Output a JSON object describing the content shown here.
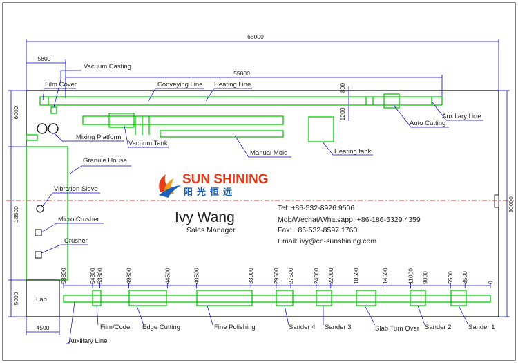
{
  "dimensions": {
    "total_length": "65000",
    "heating_length": "55000",
    "film_cover_offset": "5800",
    "left_height": "6000",
    "mid_height": "18500",
    "total_height": "30000",
    "bottom_left_height": "5000",
    "lab_width": "4500",
    "auto_cut_h1": "800",
    "auto_cut_h2": "1200"
  },
  "top_labels": {
    "vacuum_casting": "Vacuum Casting",
    "film_cover": "Film Cover",
    "conveying_line": "Conveying Line",
    "heating_line": "Heating Line",
    "mixing_platform": "Mixing Platform",
    "vacuum_tank": "Vacuum Tank",
    "manual_mold": "Manual Mold",
    "heating_tank": "Heating tank",
    "auto_cutting": "Auto Cutting",
    "auxiliary_line": "Auxiliary Line",
    "granule_house": "Granule House",
    "vibration_sieve": "Vibration Sieve",
    "micro_crusher": "Micro Crusher",
    "crusher": "Crusher"
  },
  "logo": {
    "name_en": "SUN SHINING",
    "name_cn": "阳光恒远"
  },
  "contact": {
    "name": "Ivy Wang",
    "title": "Sales Manager",
    "tel": "Tel: +86-532-8926 9506",
    "mobile": "Mob/Wechat/Whatsapp: +86-186-5329 4359",
    "fax": "Fax: +86-532-8597 1760",
    "email": "Email: ivy@cn-sunshining.com"
  },
  "bottom_dims": [
    "58800",
    "54800",
    "53800",
    "49800",
    "44500",
    "40500",
    "33000",
    "29500",
    "27500",
    "24000",
    "22000",
    "18500",
    "14500",
    "11000",
    "9000",
    "5500",
    "3500",
    "0"
  ],
  "bottom_labels": {
    "lab": "Lab",
    "film_code": "Film/Code",
    "edge_cutting": "Edge Cutting",
    "fine_polishing": "Fine Polishing",
    "sander4": "Sander 4",
    "sander3": "Sander 3",
    "slab_turn_over": "Slab Turn Over",
    "sander2": "Sander 2",
    "sander1": "Sander 1",
    "auxiliary_line": "Auxiliary Line"
  },
  "colors": {
    "equipment": "#00cc00",
    "dimension": "#0000cc",
    "centerline": "#cc0000",
    "outline": "#000000"
  }
}
